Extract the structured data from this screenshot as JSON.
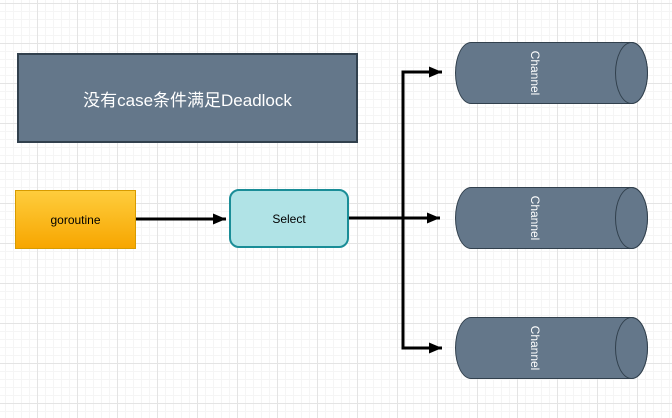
{
  "diagram": {
    "type": "flow-diagram",
    "canvas": {
      "bg_color": "#ffffff",
      "grid_minor_color": "#f5f5f5",
      "grid_major_color": "#e4e4e4"
    },
    "nodes": {
      "note": {
        "label": "没有case条件满足Deadlock",
        "fill": "#64778a",
        "stroke": "#31404d",
        "text_color": "#ffffff"
      },
      "goroutine": {
        "label": "goroutine",
        "fill_gradient_top": "#fecd3d",
        "fill_gradient_bottom": "#f7a600",
        "stroke": "#d79b00",
        "text_color": "#000000"
      },
      "select": {
        "label": "Select",
        "fill": "#b0e3e6",
        "stroke": "#1a8d97",
        "text_color": "#000000"
      },
      "channels": [
        {
          "label": "Channel"
        },
        {
          "label": "Channel"
        },
        {
          "label": "Channel"
        }
      ],
      "channel_style": {
        "fill": "#64778a",
        "stroke": "#31404d",
        "text_color": "#ffffff"
      }
    },
    "edges": [
      {
        "from": "goroutine",
        "to": "Select"
      },
      {
        "from": "Select",
        "to": "Channel (top)"
      },
      {
        "from": "Select",
        "to": "Channel (middle)"
      },
      {
        "from": "Select",
        "to": "Channel (bottom)"
      }
    ],
    "connector_color": "#000000"
  }
}
